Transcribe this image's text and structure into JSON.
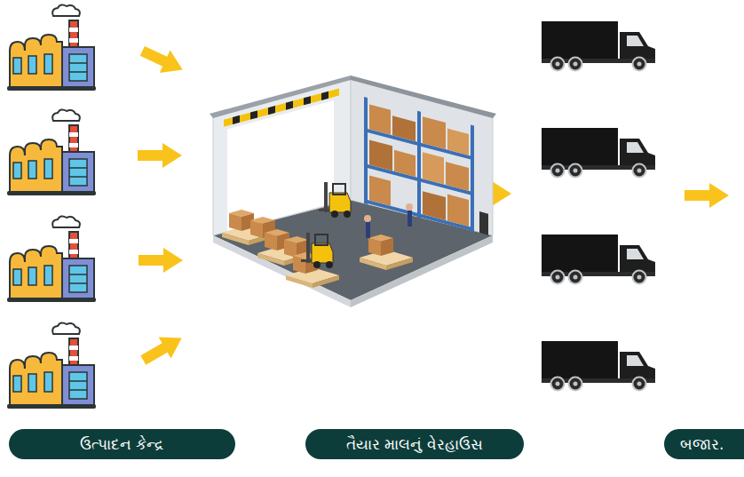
{
  "diagram": {
    "nodes": [
      {
        "text": [
          "ઉત્પાદન કેન્દ્ર"
        ]
      },
      {
        "text": [
          "તૈયાર માલનું વેરહાઉસ"
        ]
      },
      {
        "text": [
          "બજાર."
        ]
      }
    ]
  }
}
